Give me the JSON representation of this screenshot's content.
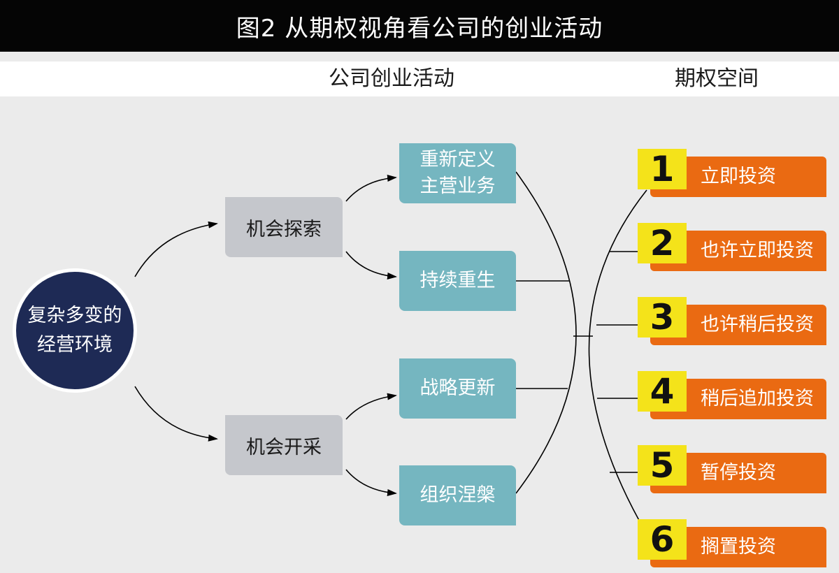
{
  "title": "图2  从期权视角看公司的创业活动",
  "headers": {
    "activities": "公司创业活动",
    "options": "期权空间"
  },
  "source": {
    "line1": "复杂多变的",
    "line2": "经营环境"
  },
  "opportunities": [
    {
      "label": "机会探索"
    },
    {
      "label": "机会开采"
    }
  ],
  "activities": [
    {
      "line1": "重新定义",
      "line2": "主营业务"
    },
    {
      "line1": "持续重生",
      "line2": ""
    },
    {
      "line1": "战略更新",
      "line2": ""
    },
    {
      "line1": "组织涅槃",
      "line2": ""
    }
  ],
  "options": [
    {
      "number": "1",
      "label": "立即投资"
    },
    {
      "number": "2",
      "label": "也许立即投资"
    },
    {
      "number": "3",
      "label": "也许稍后投资"
    },
    {
      "number": "4",
      "label": "稍后追加投资"
    },
    {
      "number": "5",
      "label": "暂停投资"
    },
    {
      "number": "6",
      "label": "搁置投资"
    }
  ],
  "colors": {
    "title_bg": "#050505",
    "circle": "#1e2a55",
    "opportunity_box": "#c5c7cc",
    "activity_box": "#75b6c0",
    "option_bar": "#ea6a12",
    "option_number": "#f4e31a"
  }
}
